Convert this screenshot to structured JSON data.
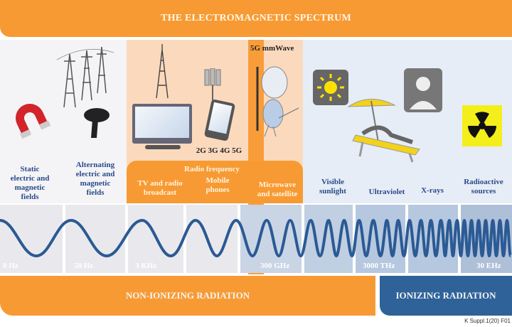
{
  "header": {
    "title": "THE ELECTROMAGNETIC SPECTRUM"
  },
  "sources": [
    {
      "id": "static",
      "label_lines": [
        "Static",
        "electric and",
        "magnetic",
        "fields"
      ],
      "icon": "magnet-icon"
    },
    {
      "id": "alternating",
      "label_lines": [
        "Alternating",
        "electric and",
        "magnetic",
        "fields"
      ],
      "icon": "hair-dryer-icon"
    },
    {
      "id": "tv-radio",
      "label_lines": [
        "TV and radio",
        "broadcast"
      ],
      "icon": "television-icon"
    },
    {
      "id": "mobile",
      "label_lines": [
        "Mobile",
        "phones"
      ],
      "icon": "smartphone-icon"
    },
    {
      "id": "microwave",
      "label_lines": [
        "Microwave",
        "and satellite"
      ],
      "icon": "satellite-dish-icon"
    },
    {
      "id": "visible",
      "label_lines": [
        "Visible",
        "sunlight"
      ],
      "icon": "sun-icon"
    },
    {
      "id": "ultraviolet",
      "label_lines": [
        "Ultraviolet"
      ],
      "icon": "sunbather-icon"
    },
    {
      "id": "xrays",
      "label_lines": [
        "X-rays"
      ],
      "icon": "xray-icon"
    },
    {
      "id": "radioactive",
      "label_lines": [
        "Radioactive",
        "sources"
      ],
      "icon": "radiation-icon"
    }
  ],
  "annotations": {
    "radio_frequency": "Radio frequency",
    "mobile_generations": "2G 3G 4G 5G",
    "mmwave": "5G mmWave"
  },
  "frequencies": [
    "0 Hz",
    "50 Hz",
    "3 KHz",
    "300 GHz",
    "3000 THz",
    "30 EHz"
  ],
  "categories": {
    "non_ionizing": "NON-IONIZING RADIATION",
    "ionizing": "IONIZING RADIATION"
  },
  "credit": "K Suppl.1(20) F01",
  "colors": {
    "orange": "#f89a33",
    "blue": "#2e6299",
    "wave": "#2b5a94",
    "label": "#2b4a8a"
  }
}
